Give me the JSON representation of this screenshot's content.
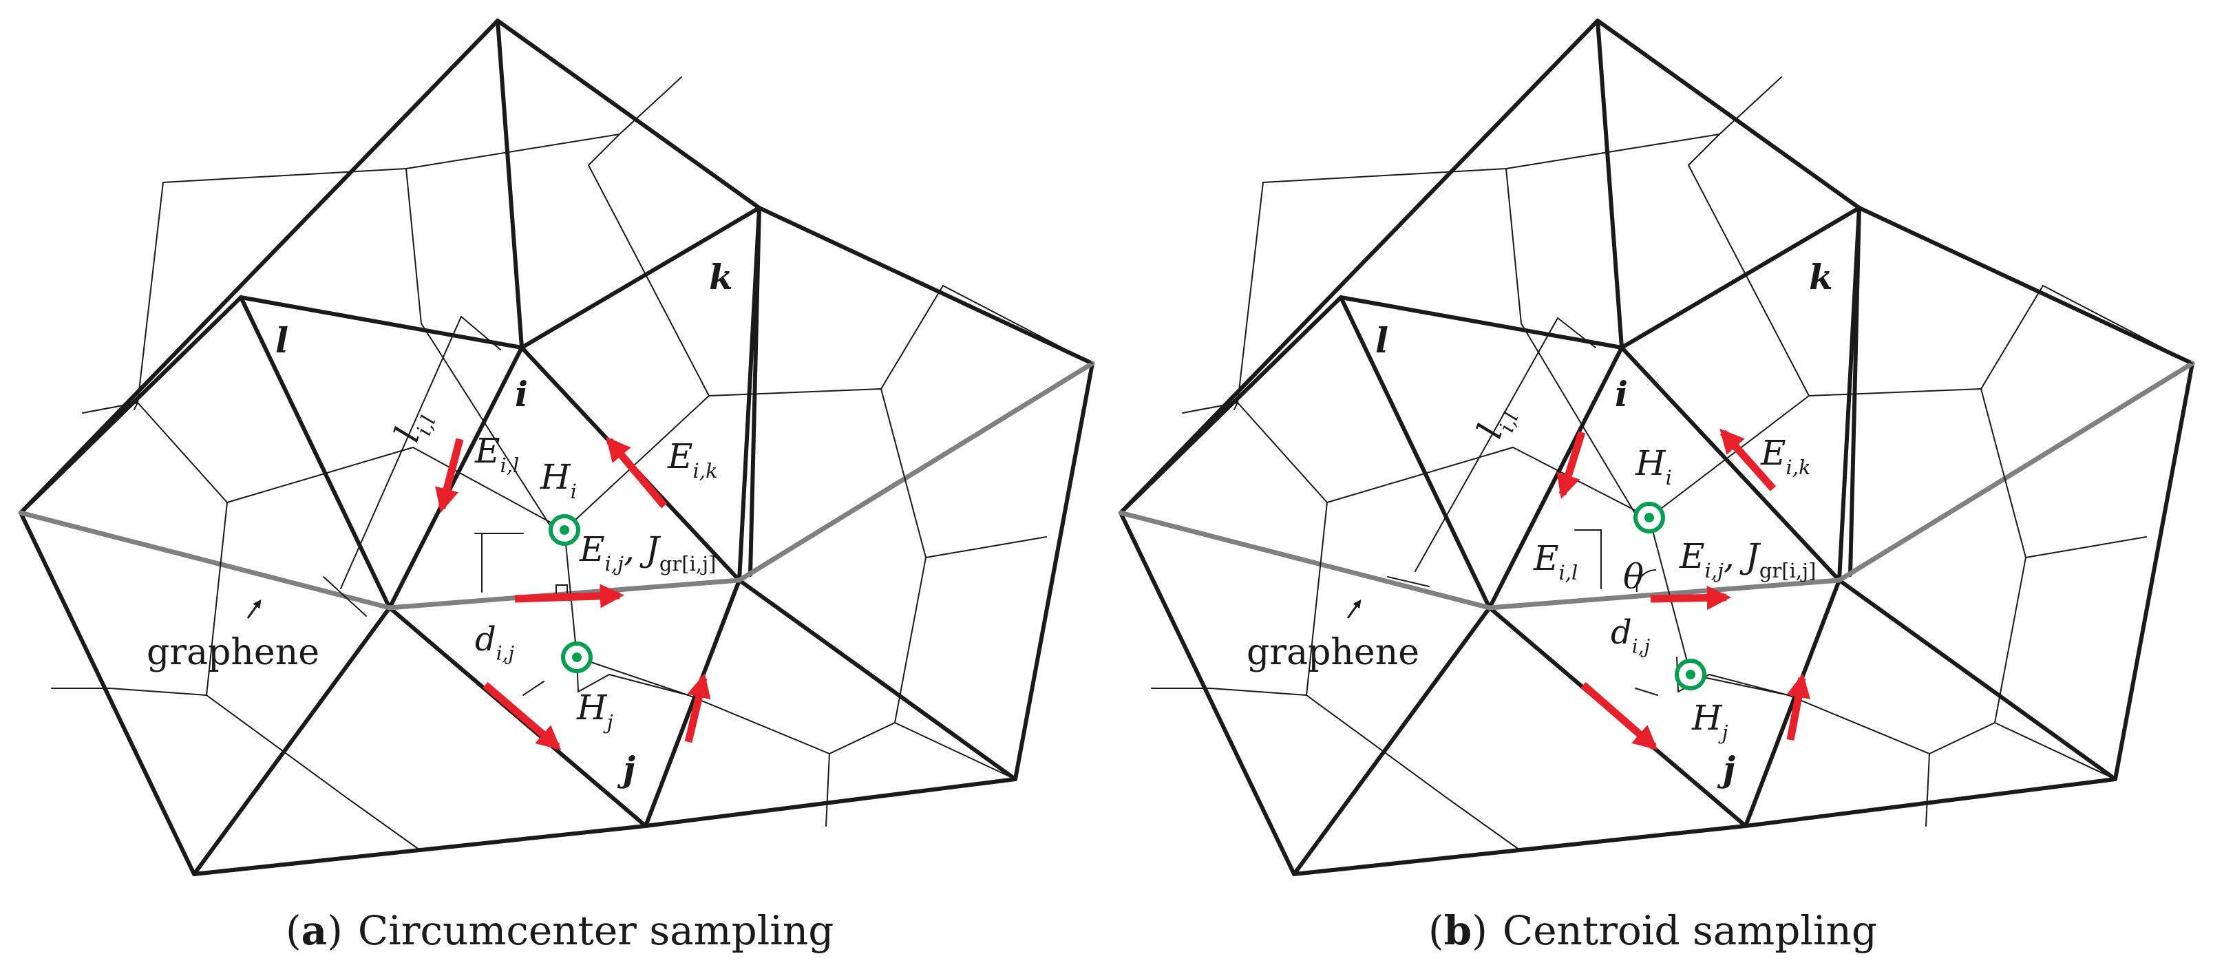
{
  "colors": {
    "mesh_edge": "#1a1a1a",
    "voronoi_edge": "#1a1a1a",
    "graphene": "#808080",
    "arrow": "#e8202a",
    "node": "#00a050"
  },
  "panel_a": {
    "node_labels": {
      "i": "i",
      "j": "j",
      "k": "k",
      "l": "l"
    },
    "symbols": {
      "H_i": "H_i",
      "H_j": "H_j",
      "E_il": "E_{i,l}",
      "E_ik": "E_{i,k}",
      "E_ij_J": "E_{i,j}, J_{gr[i,j]}",
      "l_il": "l_{i,l}",
      "d_ij": "d_{i,j}"
    },
    "graphene_label": "graphene",
    "caption": {
      "letter": "a",
      "text": "Circumcenter sampling"
    }
  },
  "panel_b": {
    "node_labels": {
      "i": "i",
      "j": "j",
      "k": "k",
      "l": "l"
    },
    "symbols": {
      "H_i": "H_i",
      "H_j": "H_j",
      "E_il": "E_{i,l}",
      "E_ik": "E_{i,k}",
      "E_ij_J": "E_{i,j}, J_{gr[i,j]}",
      "l_il": "l_{i,l}",
      "d_ij": "d_{i,j}",
      "theta": "θ"
    },
    "graphene_label": "graphene",
    "caption": {
      "letter": "b",
      "text": "Centroid sampling"
    }
  }
}
